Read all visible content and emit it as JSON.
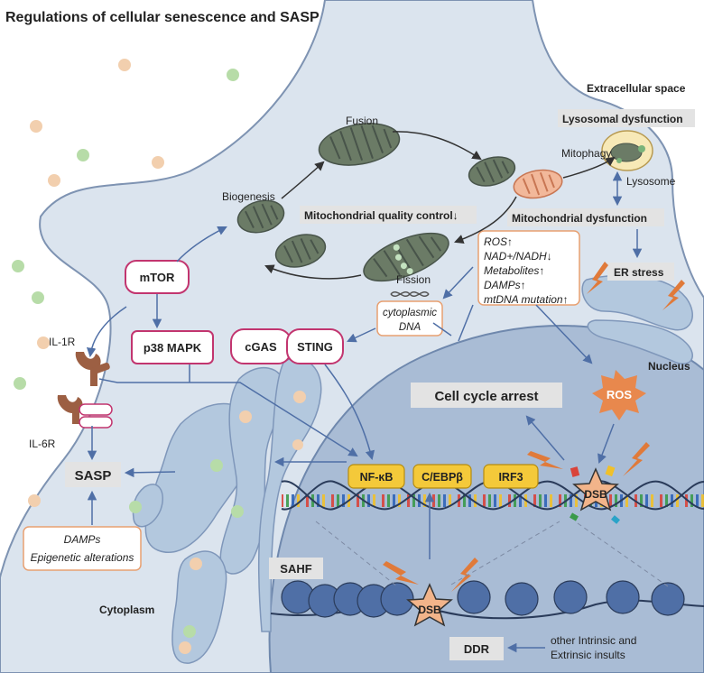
{
  "title": "Regulations of cellular senescence and SASP",
  "compartments": {
    "extracellular": "Extracellular space",
    "nucleus": "Nucleus",
    "cytoplasm": "Cytoplasm"
  },
  "mito": {
    "fusion": "Fusion",
    "fission": "Fission",
    "biogenesis": "Biogenesis",
    "mitophagy": "Mitophagy",
    "lysosome": "Lysosome",
    "quality_control": "Mitochondrial quality control↓",
    "lysosomal_dysfunction": "Lysosomal dysfunction",
    "mito_dysfunction": "Mitochondrial dysfunction",
    "er_stress": "ER stress"
  },
  "mito_effects": [
    "ROS↑",
    "NAD+/NADH↓",
    "Metabolites↑",
    "DAMPs↑",
    "mtDNA mutation↑"
  ],
  "cyto_dna": [
    "cytoplasmic",
    "DNA"
  ],
  "signaling": {
    "mtor": "mTOR",
    "p38": "p38 MAPK",
    "cgas": "cGAS",
    "sting": "STING",
    "il1r": "IL-1R",
    "il6r": "IL-6R",
    "sasp": "SASP",
    "sasp_inputs": [
      "DAMPs",
      "Epigenetic alterations"
    ]
  },
  "nuclear": {
    "cell_cycle_arrest": "Cell cycle arrest",
    "ros": "ROS",
    "tfs": [
      "NF-κB",
      "C/EBPβ",
      "IRF3"
    ],
    "dsb": "DSB",
    "sahf": "SAHF",
    "ddr": "DDR",
    "insults": [
      "other Intrinsic and",
      "Extrinsic insults"
    ]
  },
  "colors": {
    "cell": "#dbe4ee",
    "nucleus": "#a9bcd5",
    "er": "#b3c8de",
    "mito": "#6b7b66",
    "tf": "#f4c93a",
    "accent_border": "#c2356f",
    "orange": "#e8884d",
    "arrow": "#4f6fa6"
  }
}
